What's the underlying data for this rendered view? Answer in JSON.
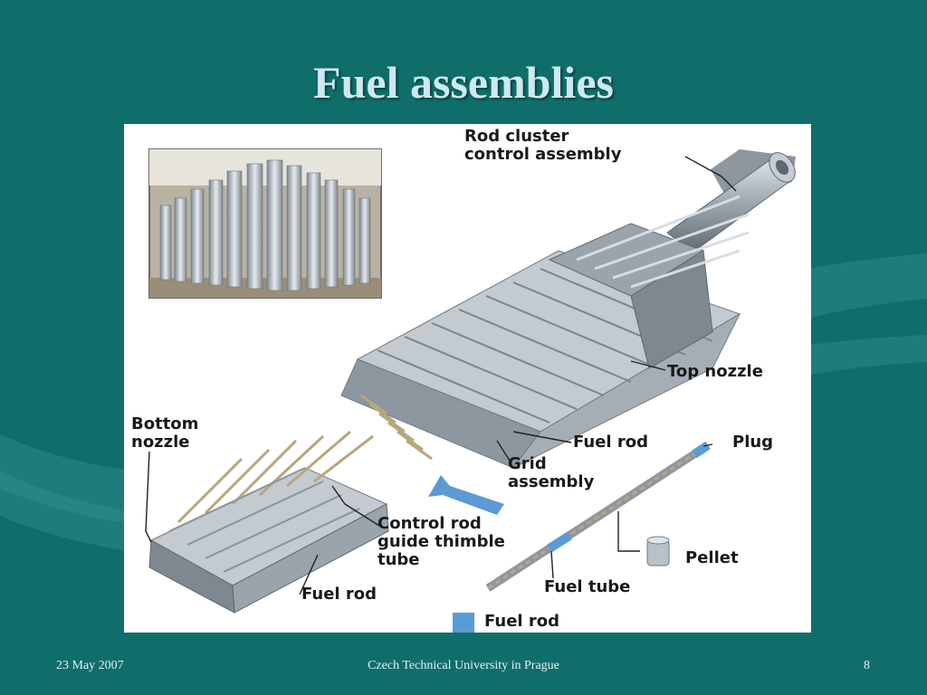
{
  "slide": {
    "title": "Fuel assemblies",
    "footer_date": "23 May 2007",
    "footer_center": "Czech Technical University in Prague",
    "slide_number": "8",
    "background_color": "#0f6e6a",
    "title_color": "#cfe8f0"
  },
  "diagram": {
    "labels": {
      "rod_cluster": "Rod cluster\ncontrol assembly",
      "top_nozzle": "Top nozzle",
      "fuel_rod_upper": "Fuel rod",
      "plug": "Plug",
      "grid_assembly": "Grid\nassembly",
      "bottom_nozzle": "Bottom\nnozzle",
      "control_rod_guide": "Control rod\nguide thimble\ntube",
      "pellet": "Pellet",
      "fuel_tube": "Fuel tube",
      "fuel_rod_lower": "Fuel rod",
      "fuel_rod_legend": "Fuel rod"
    },
    "colors": {
      "metal": "#b8c0c8",
      "metal_dark": "#6f7a85",
      "brass": "#b9a77a",
      "accent_blue": "#5b9bd5"
    }
  }
}
